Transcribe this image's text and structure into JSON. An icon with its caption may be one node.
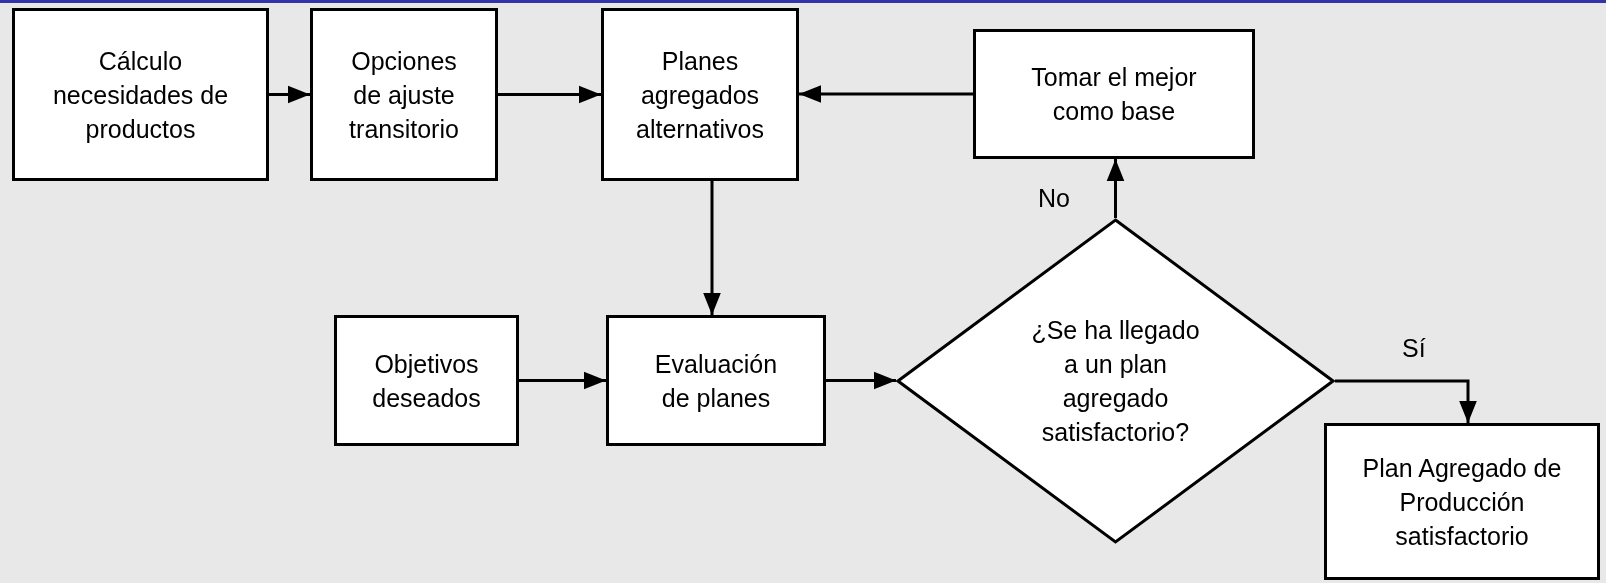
{
  "diagram": {
    "nodes": [
      {
        "text": [
          "Cálculo necesidades de productos"
        ]
      },
      {
        "text": [
          "Opciones de ajuste transitorio"
        ]
      },
      {
        "text": [
          "Planes agregados alternativos"
        ]
      },
      {
        "text": [
          "Tomar el mejor como base"
        ]
      },
      {
        "text": [
          "Objetivos deseados"
        ]
      },
      {
        "text": [
          "Evaluación de planes"
        ]
      },
      {
        "text": [
          "¿Se ha llegado a un plan agregado satisfactorio?"
        ]
      },
      {
        "text": [
          "Plan Agregado de Producción satisfactorio"
        ]
      }
    ],
    "edges": [
      {
        "from": 0,
        "to": 1,
        "arrow": "to"
      },
      {
        "from": 1,
        "to": 2,
        "arrow": "to"
      },
      {
        "from": 3,
        "to": 2,
        "arrow": "to"
      },
      {
        "from": 2,
        "to": 5,
        "arrow": "to"
      },
      {
        "from": 4,
        "to": 5,
        "arrow": "to"
      },
      {
        "from": 5,
        "to": 6,
        "arrow": "to"
      },
      {
        "from": 6,
        "to": 3,
        "arrow": "to",
        "label": "No"
      },
      {
        "from": 6,
        "to": 7,
        "arrow": "to",
        "label": "Sí"
      }
    ]
  }
}
